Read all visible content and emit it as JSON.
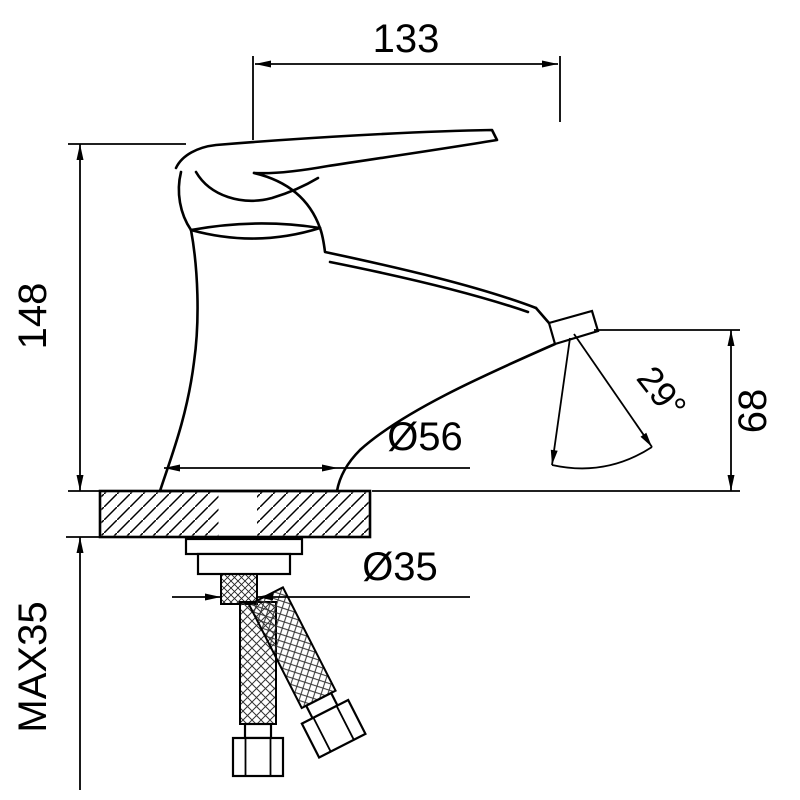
{
  "drawing": {
    "subject": "single-lever basin faucet side elevation with installation dimensions",
    "background_color": "#ffffff",
    "line_color": "#000000",
    "dimensions": {
      "spout_reach": "133",
      "total_height": "148",
      "outlet_height": "68",
      "stream_angle": "29°",
      "base_diameter": "Ø56",
      "mount_hole_diameter": "Ø35",
      "max_deck_thickness": "MAX35"
    }
  }
}
